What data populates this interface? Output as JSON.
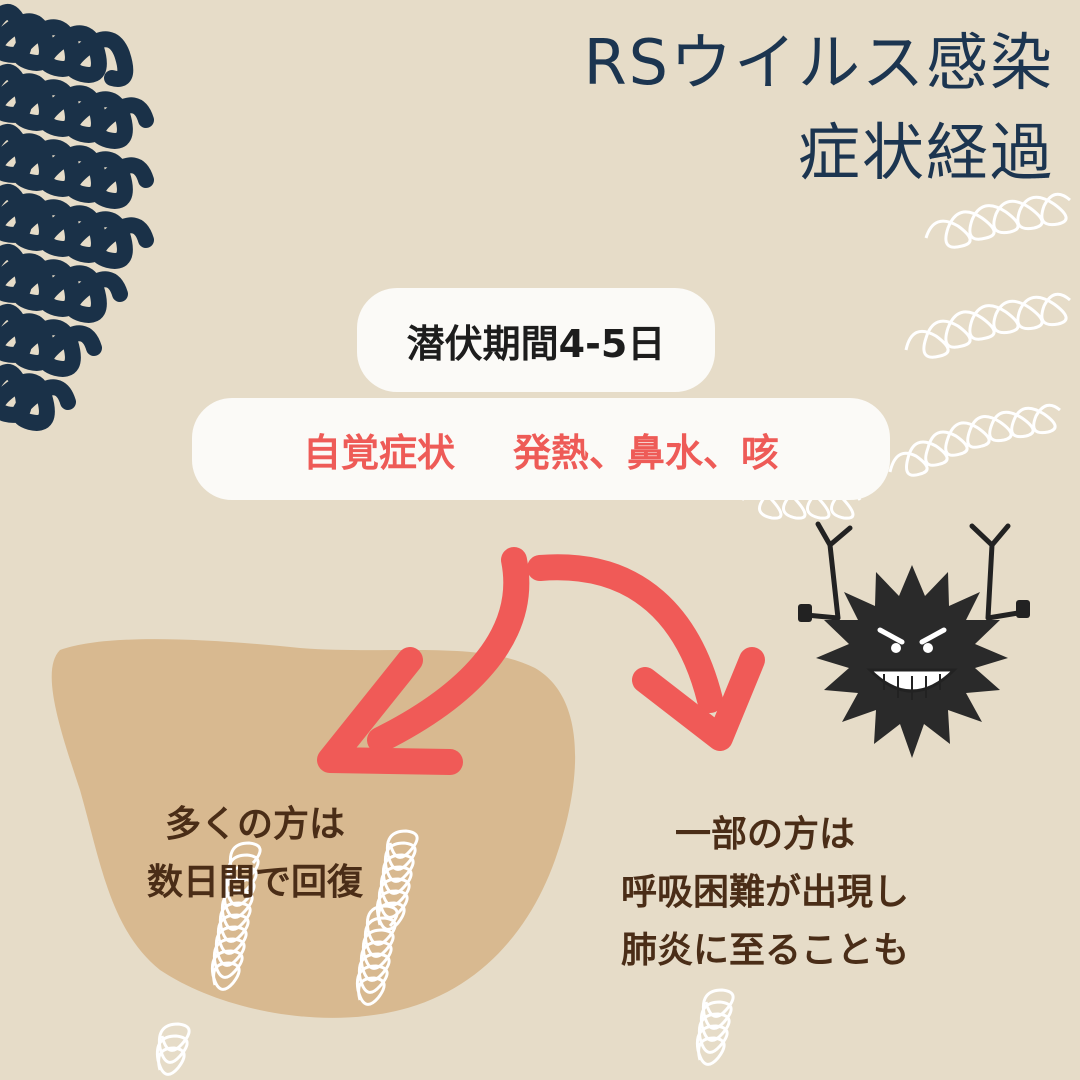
{
  "title": {
    "line1": "RSウイルス感染",
    "line2": "症状経過"
  },
  "incubation": {
    "text": "潜伏期間4-5日"
  },
  "symptoms": {
    "label": "自覚症状",
    "list": "発熱、鼻水、咳"
  },
  "outcome_left": {
    "line1": "多くの方は",
    "line2": "数日間で回復"
  },
  "outcome_right": {
    "line1": "一部の方は",
    "line2": "呼吸困難が出現し",
    "line3": "肺炎に至ることも"
  },
  "colors": {
    "background": "#e6dcc8",
    "title": "#1c3550",
    "accent_red": "#ee5b57",
    "blob": "#d8b990",
    "outcome_text": "#4a2d17"
  },
  "icons": [
    "dark-swirl-pattern-icon",
    "white-spring-pattern-icon",
    "red-arrow-left-icon",
    "red-arrow-right-icon",
    "angry-virus-icon"
  ]
}
